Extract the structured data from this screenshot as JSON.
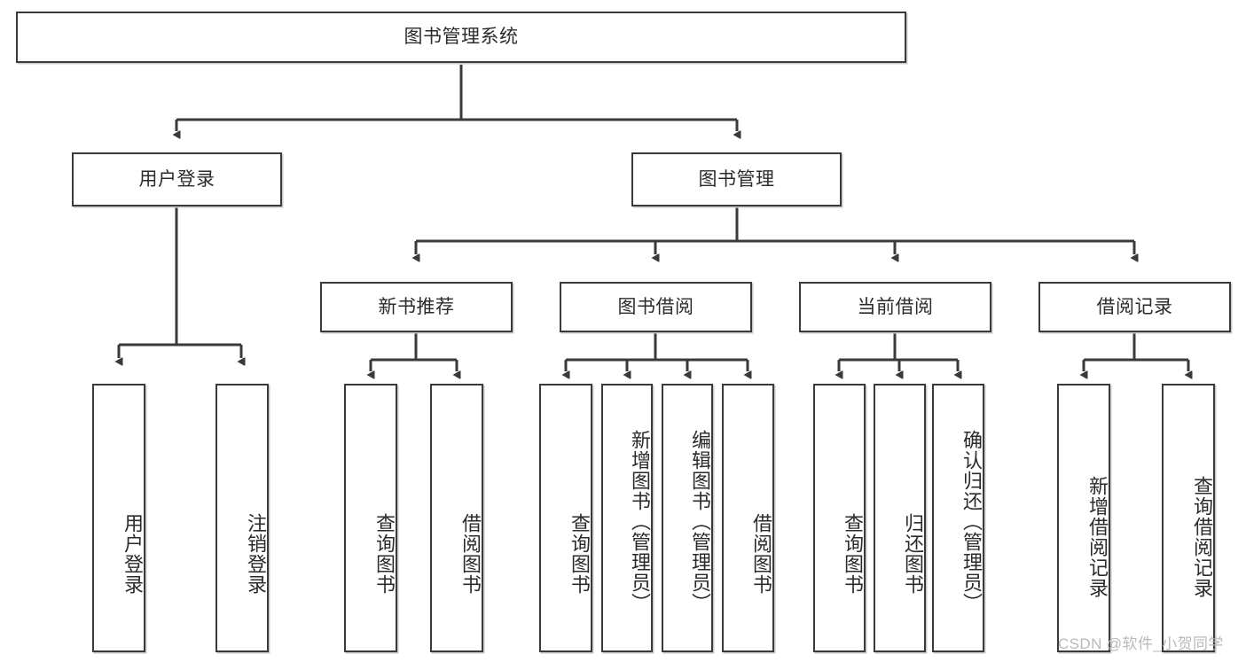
{
  "diagram": {
    "type": "tree-hierarchy-chart",
    "title_node": "图书管理系统",
    "stroke_color": "#3a3a3a",
    "fill_color": "#ffffff",
    "text_color": "#2b2b2b",
    "watermark": "CSDN @软件_小贺同学",
    "nodes": {
      "root": "图书管理系统",
      "l2": [
        {
          "label": "用户登录"
        },
        {
          "label": "图书管理"
        }
      ],
      "l3": [
        {
          "label": "新书推荐"
        },
        {
          "label": "图书借阅"
        },
        {
          "label": "当前借阅"
        },
        {
          "label": "借阅记录"
        }
      ],
      "leaves_user_login": [
        {
          "label": "用户登录"
        },
        {
          "label": "注销登录"
        }
      ],
      "leaves_new_book": [
        {
          "label": "查询图书"
        },
        {
          "label": "借阅图书"
        }
      ],
      "leaves_book_borrow": [
        {
          "label": "查询图书"
        },
        {
          "label": "新增图书（管理员）"
        },
        {
          "label": "编辑图书（管理员）"
        },
        {
          "label": "借阅图书"
        }
      ],
      "leaves_current_borrow": [
        {
          "label": "查询图书"
        },
        {
          "label": "归还图书"
        },
        {
          "label": "确认归还（管理员）"
        }
      ],
      "leaves_borrow_record": [
        {
          "label": "新增借阅记录"
        },
        {
          "label": "查询借阅记录"
        }
      ]
    }
  }
}
